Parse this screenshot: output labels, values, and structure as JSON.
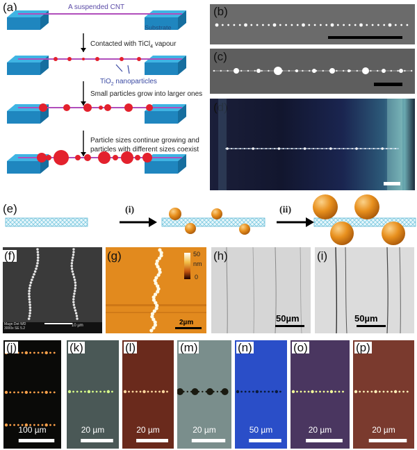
{
  "panels": {
    "a": "(a)",
    "b": "(b)",
    "c": "(c)",
    "d": "(d)",
    "e": "(e)",
    "f": "(f)",
    "g": "(g)",
    "h": "(h)",
    "i": "(i)",
    "j": "(j)",
    "k": "(k)",
    "l": "(l)",
    "m": "(m)",
    "n": "(n)",
    "o": "(o)",
    "p": "(p)"
  },
  "schematic_a": {
    "title": "A suspended CNT",
    "substrate": "Substrate",
    "step1": "Contacted with TiCl",
    "step1_sub": "4",
    "step1_tail": " vapour",
    "nanoparticles_pre": "TiO",
    "nanoparticles_sub": "2",
    "nanoparticles_tail": " nanoparticles",
    "step2": "Small particles grow into larger ones",
    "step3_line1": "Particle sizes continue growing and",
    "step3_line2": "particles with different sizes coexist"
  },
  "schematic_e": {
    "step_i": "(i)",
    "step_ii": "(ii)"
  },
  "panel_f": {
    "info_row1": "Magn   Det  WD",
    "info_row2": "3000x   SE   5.2",
    "scale": "10 µm"
  },
  "panel_g": {
    "colorbar_max": "50",
    "colorbar_unit": "nm",
    "colorbar_min": "0",
    "scale": "2µm"
  },
  "panel_h": {
    "scale": "50µm"
  },
  "panel_i": {
    "scale": "50µm"
  },
  "panel_j": {
    "scale": "100 µm"
  },
  "panel_k": {
    "scale": "20 µm"
  },
  "panel_l": {
    "scale": "20 µm"
  },
  "panel_m": {
    "scale": "20 µm"
  },
  "panel_n": {
    "scale": "50 µm"
  },
  "panel_o": {
    "scale": "20 µm"
  },
  "panel_p": {
    "scale": "20 µm"
  },
  "colors": {
    "cnt_line": "#b04dbb",
    "substrate_top": "#3fb4e3",
    "substrate_side": "#1f86bf",
    "particle_red": "#e3212d",
    "arrow_blue": "#3b4aa3",
    "sphere_orange": "#e08a1e"
  }
}
